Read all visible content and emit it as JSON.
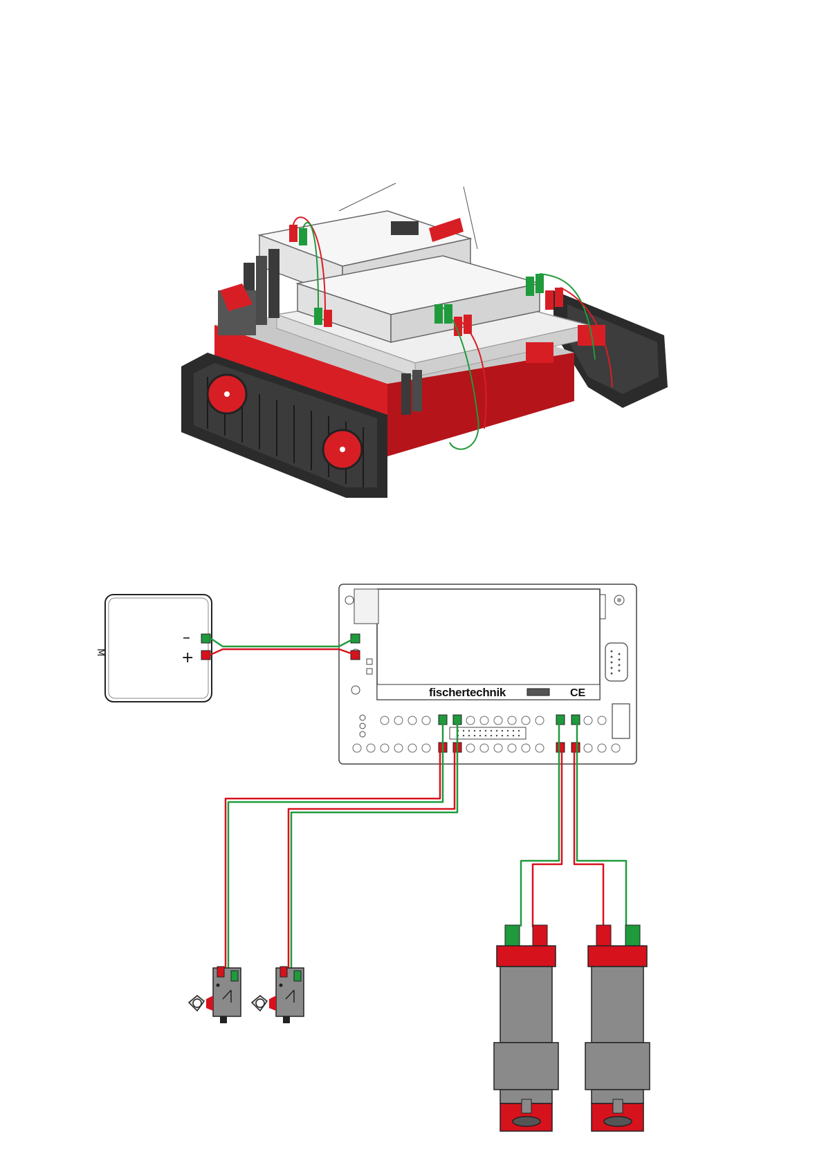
{
  "colors": {
    "wire_green": "#1f9a3c",
    "wire_red": "#d6121d",
    "track_black": "#2b2b2b",
    "frame_red": "#d81e25",
    "motor_grey": "#8a8a8a",
    "plate_grey": "#e9e9e9"
  },
  "battery": {
    "label": "M",
    "minus": "–",
    "plus": "+"
  },
  "controller": {
    "brand": "fischertechnik",
    "ce_mark": "CE"
  },
  "icons": [
    "battery-icon",
    "controller-icon",
    "switch-icon",
    "motor-icon",
    "robot-illustration"
  ]
}
